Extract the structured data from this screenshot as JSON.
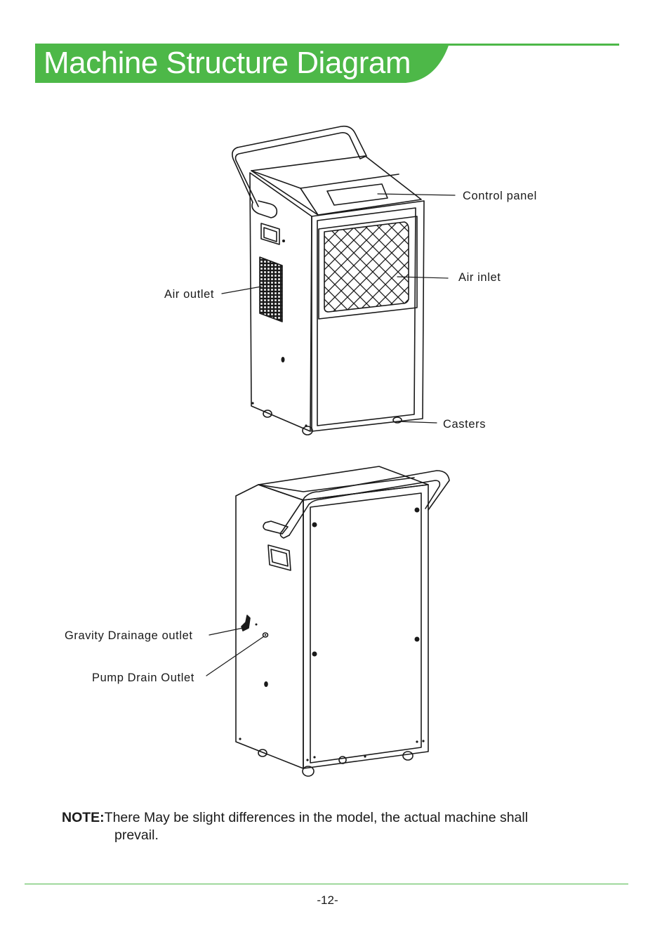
{
  "header": {
    "title": "Machine Structure Diagram",
    "accent_color": "#4db848"
  },
  "front_view": {
    "labels": {
      "control_panel": "Control panel",
      "air_inlet": "Air inlet",
      "air_outlet": "Air outlet",
      "casters": "Casters"
    }
  },
  "rear_view": {
    "labels": {
      "gravity_drainage_outlet": "Gravity Drainage outlet",
      "pump_drain_outlet": "Pump Drain Outlet"
    }
  },
  "note": {
    "label": "NOTE:",
    "line1": "There May be slight differences in the model, the actual machine shall",
    "line2": "prevail."
  },
  "footer": {
    "page_number": "-12-",
    "line_color": "#4db848"
  }
}
